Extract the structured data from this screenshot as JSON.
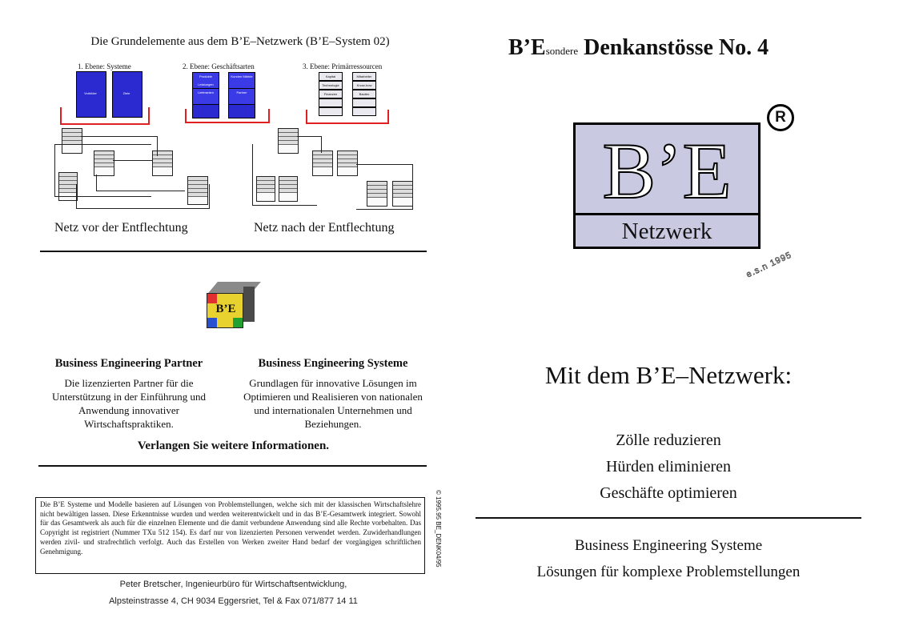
{
  "left": {
    "diagram_title": "Die Grundelemente aus dem B’E–Netzwerk (B’E–System 02)",
    "ebenen": [
      {
        "label": "1. Ebene: Systeme",
        "cells": [
          "Vorbilder",
          "Ziele"
        ]
      },
      {
        "label": "2. Ebene: Geschäftsarten",
        "cells": [
          "Produkte Leistungen",
          "Kunden Märkte",
          "Lieferanten",
          "Partner"
        ]
      },
      {
        "label": "3. Ebene: Primärressourcen",
        "cells": [
          "Kapital",
          "Mitarbeiter",
          "Technologie",
          "Know-how",
          "Finanzen",
          "Bauten"
        ]
      }
    ],
    "caption_before": "Netz vor der Entflechtung",
    "caption_after": "Netz nach der Entflechtung",
    "partner_heading": "Business Engineering Partner",
    "partner_text": "Die lizenzierten Partner für die Unterstützung in der Einführung und Anwendung innovativer Wirtschaftspraktiken.",
    "systeme_heading": "Business Engineering Systeme",
    "systeme_text": "Grundlagen für innovative Lösungen im Optimieren und Realisieren von nationalen und internationalen Unternehmen und Beziehungen.",
    "cta": "Verlangen Sie weitere Informationen.",
    "legal_text": "Die B’E Systeme und Modelle basieren auf Lösungen von Problemstellungen, welche sich mit der klassischen Wirtschaftslehre nicht bewältigen lassen. Diese Erkenntnisse wurden und werden weiterentwickelt und in das B’E-Gesamtwerk integriert. Sowohl für das Gesamtwerk als auch für die einzelnen Elemente und die damit verbundene Anwendung sind alle Rechte vorbehalten. Das Copyright ist registriert (Nummer TXu 512 154). Es darf nur von lizenzierten Personen verwendet werden. Zuwiderhandlungen werden zivil- und strafrechtlich verfolgt. Auch das Erstellen von Werken zweiter Hand bedarf der vorgängigen schriftlichen Genehmigung.",
    "vertical_code": "© 1995.95 BE_DENK04/95",
    "address_line1": "Peter Bretscher, Ingenieurbüro für Wirtschaftsentwicklung,",
    "address_line2": "Alpsteinstrasse 4, CH 9034 Eggersriet, Tel & Fax 071/877 14 11",
    "cube_label": "B’E"
  },
  "right": {
    "title_be": "B’E",
    "title_sondere": "sondere",
    "title_rest": "Denkanstösse No. 4",
    "logo_letters": "B’E",
    "logo_word": "Netzwerk",
    "reg_mark": "R",
    "stamp": "e.s.n 1995",
    "headline": "Mit dem B’E–Netzwerk:",
    "bullets": [
      "Zölle reduzieren",
      "Hürden eliminieren",
      "Geschäfte optimieren"
    ],
    "footer_line1": "Business Engineering Systeme",
    "footer_line2": "Lösungen für komplexe Problemstellungen"
  },
  "colors": {
    "blue": "#2a2ad0",
    "red": "#e02020",
    "logo_fill": "#c9c9e2"
  }
}
